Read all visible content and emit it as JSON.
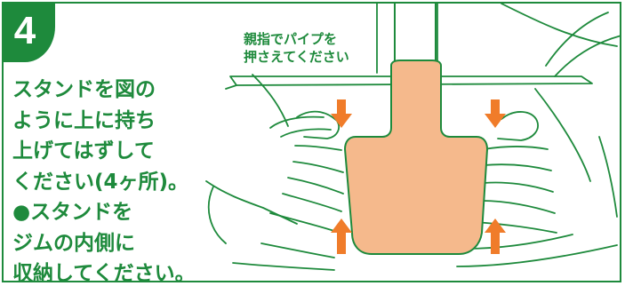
{
  "step": {
    "number": "4"
  },
  "instructions": {
    "lines": [
      "スタンドを図の",
      "ように上に持ち",
      "上げてはずして",
      "ください(4ヶ所)。",
      "●スタンドを",
      "ジムの内側に",
      "収納してください。"
    ]
  },
  "callout": {
    "lines": [
      "親指でパイプを",
      "押さえてください"
    ]
  },
  "colors": {
    "brand_green": "#1e8a3c",
    "stand_fill": "#f5b98c",
    "arrow_orange": "#f07c2a"
  }
}
